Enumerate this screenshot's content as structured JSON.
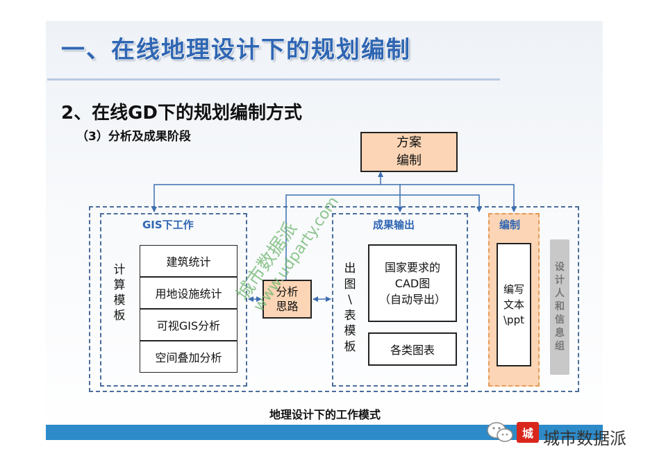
{
  "slide": {
    "main_title": "一、在线地理设计下的规划编制",
    "subtitle": "2、在线GD下的规划编制方式",
    "subsubtitle": "（3）分析及成果阶段",
    "caption": "地理设计下的工作模式"
  },
  "diagram": {
    "top_box": {
      "line1": "方案",
      "line2": "编制"
    },
    "gis_section": {
      "label": "GIS下工作",
      "vertical_label": [
        "计",
        "算",
        "模",
        "板"
      ],
      "items": [
        "建筑统计",
        "用地设施统计",
        "可视GIS分析",
        "空间叠加分析"
      ]
    },
    "center_box": {
      "line1": "分析",
      "line2": "思路"
    },
    "output_section": {
      "label": "成果输出",
      "vertical_label": [
        "出",
        "图",
        "\\",
        "表",
        "模",
        "板"
      ],
      "cad_box": {
        "line1": "国家要求的",
        "line2": "CAD图",
        "line3": "（自动导出）"
      },
      "charts_box": "各类图表"
    },
    "edit_section": {
      "label": "编制",
      "text_box": {
        "line1": "编写",
        "line2": "文本",
        "line3": "\\ppt"
      }
    },
    "side_label": [
      "设",
      "计",
      "人",
      "和",
      "信",
      "息",
      "组"
    ]
  },
  "footer": {
    "wechat_label": "城市数据派",
    "logo_glyph": "城"
  },
  "watermark": {
    "line1": "城市数据派",
    "line2": "www.udparty.com"
  },
  "colors": {
    "title_blue": "#2f66b3",
    "box_fill": "#fbd5b5",
    "dashed_border": "#4b6d9c",
    "arrow_blue": "#3d6fb0",
    "footer_blue": "#2d8bc9"
  }
}
